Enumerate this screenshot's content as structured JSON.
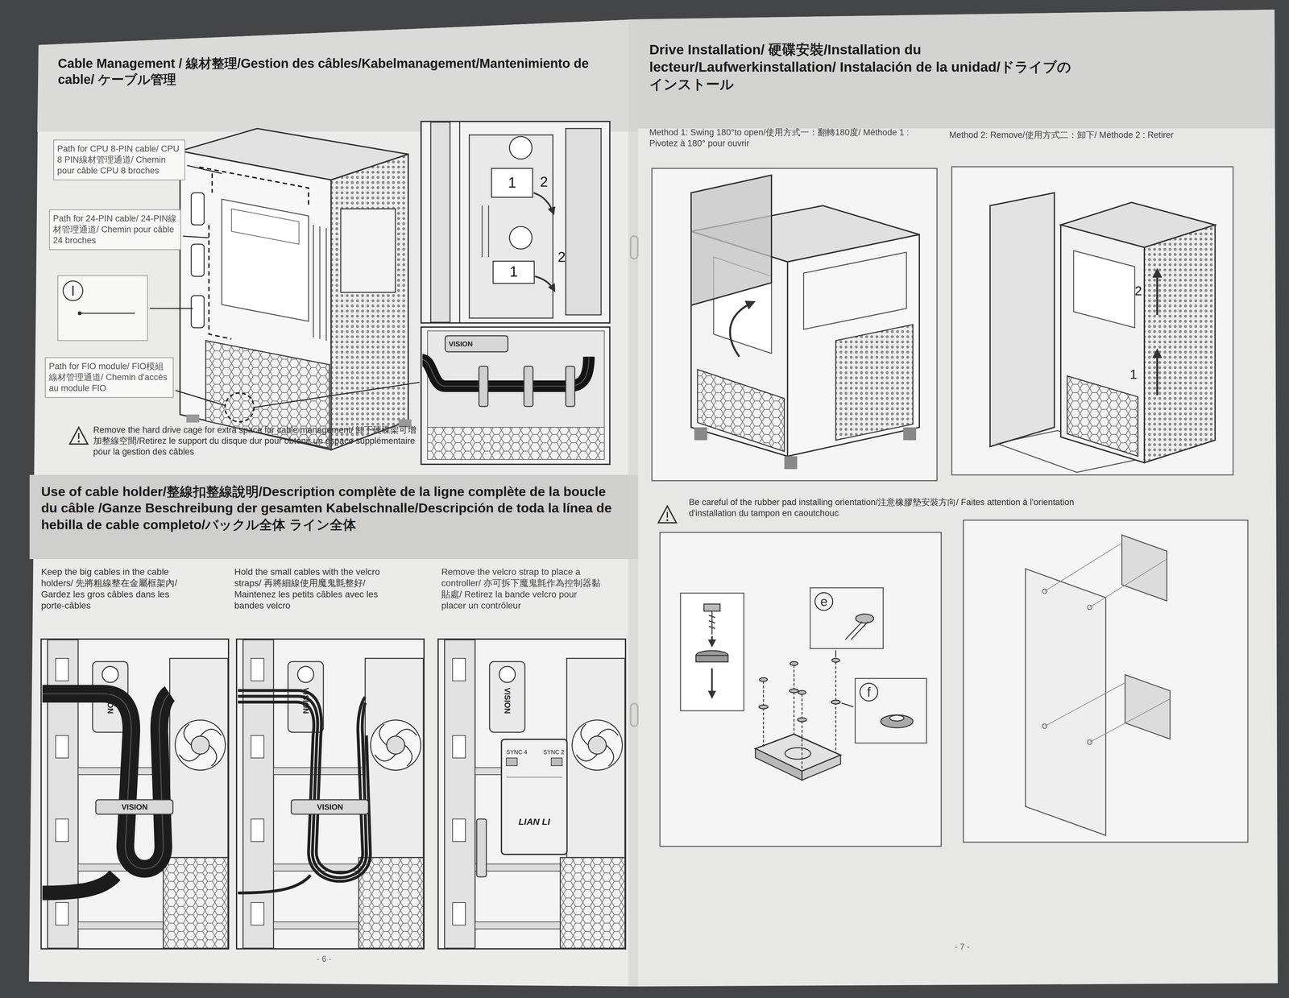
{
  "diagram": {
    "nodes": [
      {
        "text": [
          "Cable Management / 線材整理/Gestion des câbles/Kabelmanagement/Mantenimiento de cable/ ケーブル管理"
        ]
      },
      {
        "text": [
          "Path for CPU 8-PIN cable/ CPU 8 PIN線材管理通道/ Chemin pour câble CPU 8 broches"
        ]
      },
      {
        "text": [
          "Path for 24-PIN cable/ 24-PIN線材管理通道/ Chemin pour câble 24 broches"
        ]
      },
      {
        "text": [
          "I"
        ]
      },
      {
        "text": [
          "Path for FIO module/ FIO模組線材管理通道/ Chemin d'accès au module FIO"
        ]
      },
      {
        "text": [
          "Use of cable holder/整線扣整線說明/Description complète de la ligne complète de la boucle du câble /Ganze Beschreibung der gesamten Kabelschnalle/Descripción de toda la línea de hebilla de cable completo/バックル全体 ライン全体"
        ]
      },
      {
        "text": [
          "Drive Installation/ 硬碟安裝/Installation du lecteur/Laufwerkinstallation/ Instalación de la unidad/ドライブのインストール"
        ]
      },
      {
        "text": [
          "e"
        ]
      },
      {
        "text": [
          "f"
        ]
      }
    ],
    "labels": [
      "1",
      "2",
      "1",
      "2",
      "VISION",
      "Remove the hard drive cage for extra space for cable management/ 卸下硬碟架可增加整線空間/Retirez le support du disque dur pour obtenir un espace supplémentaire pour la gestion des câbles",
      "Keep the big cables in the cable holders/ 先將粗線整在金屬框架內/ Gardez les gros câbles dans les porte-câbles",
      "Hold the small cables with the velcro straps/ 再將細線使用魔鬼氈整好/ Maintenez les petits câbles avec les bandes velcro",
      "Remove the velcro strap to place a controller/ 亦可拆下魔鬼氈作為控制器黏貼處/ Retirez la bande velcro pour placer un contrôleur",
      "VISION",
      "VISION",
      "VISION",
      "VISION",
      "VISION",
      "SYNC 4",
      "SYNC 2",
      "LIAN LI",
      "- 6 -",
      "Method 1: Swing 180°to open/使用方式一：翻轉180度/ Méthode 1 : Pivotez à 180° pour ouvrir",
      "Method 2: Remove/使用方式二：卸下/ Méthode 2 : Retirer",
      "2",
      "1",
      "Be careful of the rubber pad installing orientation/注意橡膠墊安裝方向/ Faites attention à l'orientation d'installation du tampon en caoutchouc",
      "- 7 -"
    ]
  }
}
